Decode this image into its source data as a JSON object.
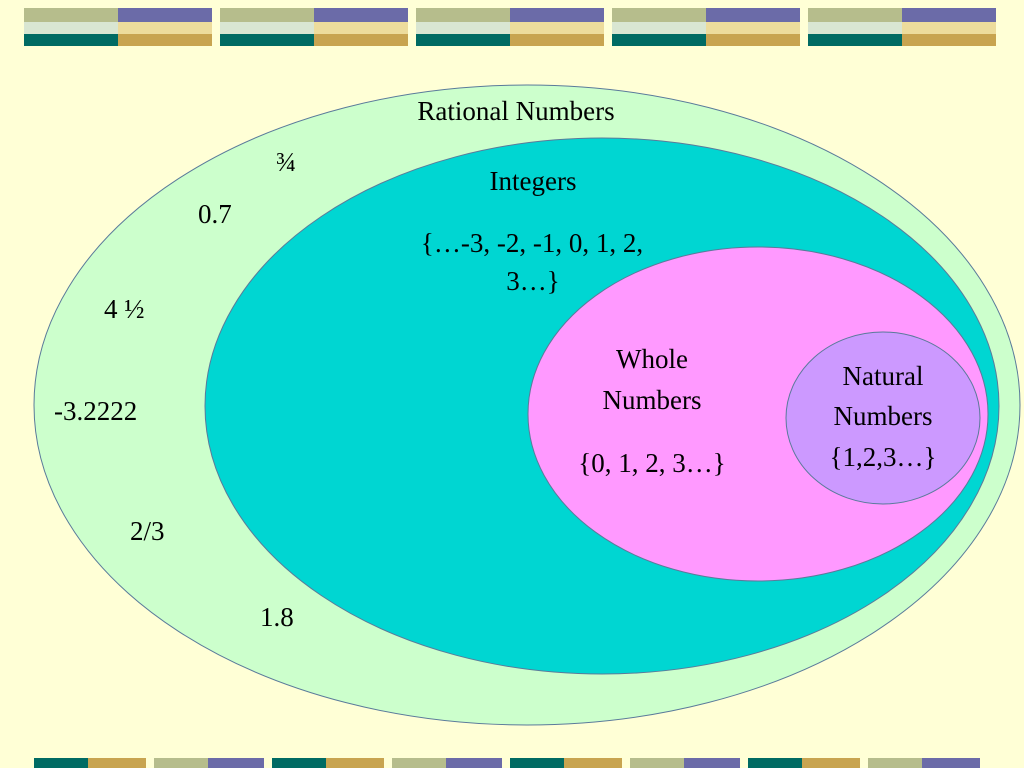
{
  "colors": {
    "background": "#ffffd6",
    "rational_fill": "#ccffcc",
    "integers_fill": "#00d6d2",
    "whole_fill": "#ff99ff",
    "natural_fill": "#cc99ff",
    "outline": "#5a7a9a",
    "band_teal": "#006b63",
    "band_gold": "#c8a450",
    "band_slate": "#6b6ba8",
    "band_sage": "#b6bd8c",
    "band_light": "#d9e6d2"
  },
  "sets": {
    "rational": {
      "title": "Rational Numbers"
    },
    "integers": {
      "title": "Integers",
      "members_line1": "{…-3, -2, -1, 0, 1, 2,",
      "members_line2": "3…}"
    },
    "whole": {
      "title_line1": "Whole",
      "title_line2": "Numbers",
      "members": "{0, 1, 2, 3…}"
    },
    "natural": {
      "title_line1": "Natural",
      "title_line2": "Numbers",
      "members": "{1,2,3…}"
    }
  },
  "rational_examples": [
    "¾",
    "0.7",
    "4 ½",
    "-3.2222",
    "2/3",
    "1.8"
  ]
}
